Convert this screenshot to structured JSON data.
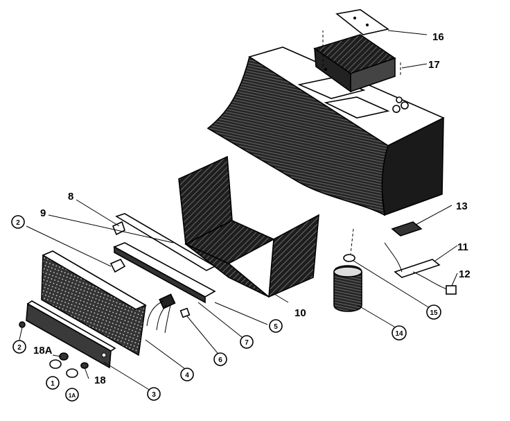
{
  "parts": {
    "p1": "1",
    "p1a": "1A",
    "p2a": "2",
    "p2b": "2",
    "p3": "3",
    "p4": "4",
    "p5": "5",
    "p6": "6",
    "p7": "7",
    "p8": "8",
    "p9": "9",
    "p10": "10",
    "p11": "11",
    "p12": "12",
    "p13": "13",
    "p14": "14",
    "p15": "15",
    "p16": "16",
    "p17": "17",
    "p18": "18",
    "p18a": "18A"
  },
  "colors": {
    "ink": "#000000",
    "paper": "#ffffff",
    "shade": "#2a2a2a"
  }
}
